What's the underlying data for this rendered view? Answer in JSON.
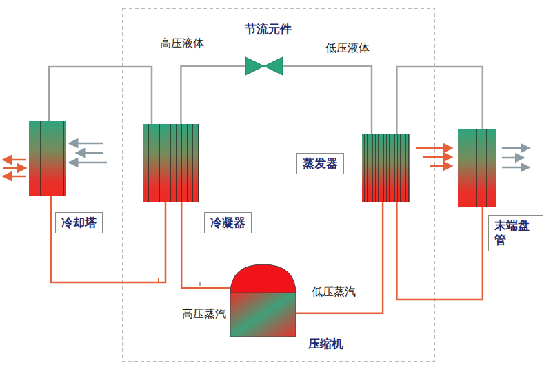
{
  "diagram": {
    "nodes": [
      {
        "text": [
          "冷却塔"
        ]
      },
      {
        "text": [
          "冷凝器"
        ]
      },
      {
        "text": [
          "节流元件"
        ]
      },
      {
        "text": [
          "蒸发器"
        ]
      },
      {
        "text": [
          "末端盘管"
        ]
      },
      {
        "text": [
          "压缩机"
        ]
      }
    ],
    "edges": [
      {
        "from": 0,
        "to": 1,
        "arrow": "none"
      },
      {
        "from": 0,
        "to": 1,
        "arrow": "none"
      },
      {
        "from": 1,
        "to": 2,
        "arrow": "none",
        "label": "高压液体"
      },
      {
        "from": 2,
        "to": 3,
        "arrow": "none",
        "label": "低压液体"
      },
      {
        "from": 3,
        "to": 5,
        "arrow": "none",
        "label": "低压蒸汽"
      },
      {
        "from": 5,
        "to": 1,
        "arrow": "none",
        "label": "高压蒸汽"
      },
      {
        "from": 3,
        "to": 4,
        "arrow": "none"
      },
      {
        "from": 3,
        "to": 4,
        "arrow": "none"
      }
    ]
  }
}
